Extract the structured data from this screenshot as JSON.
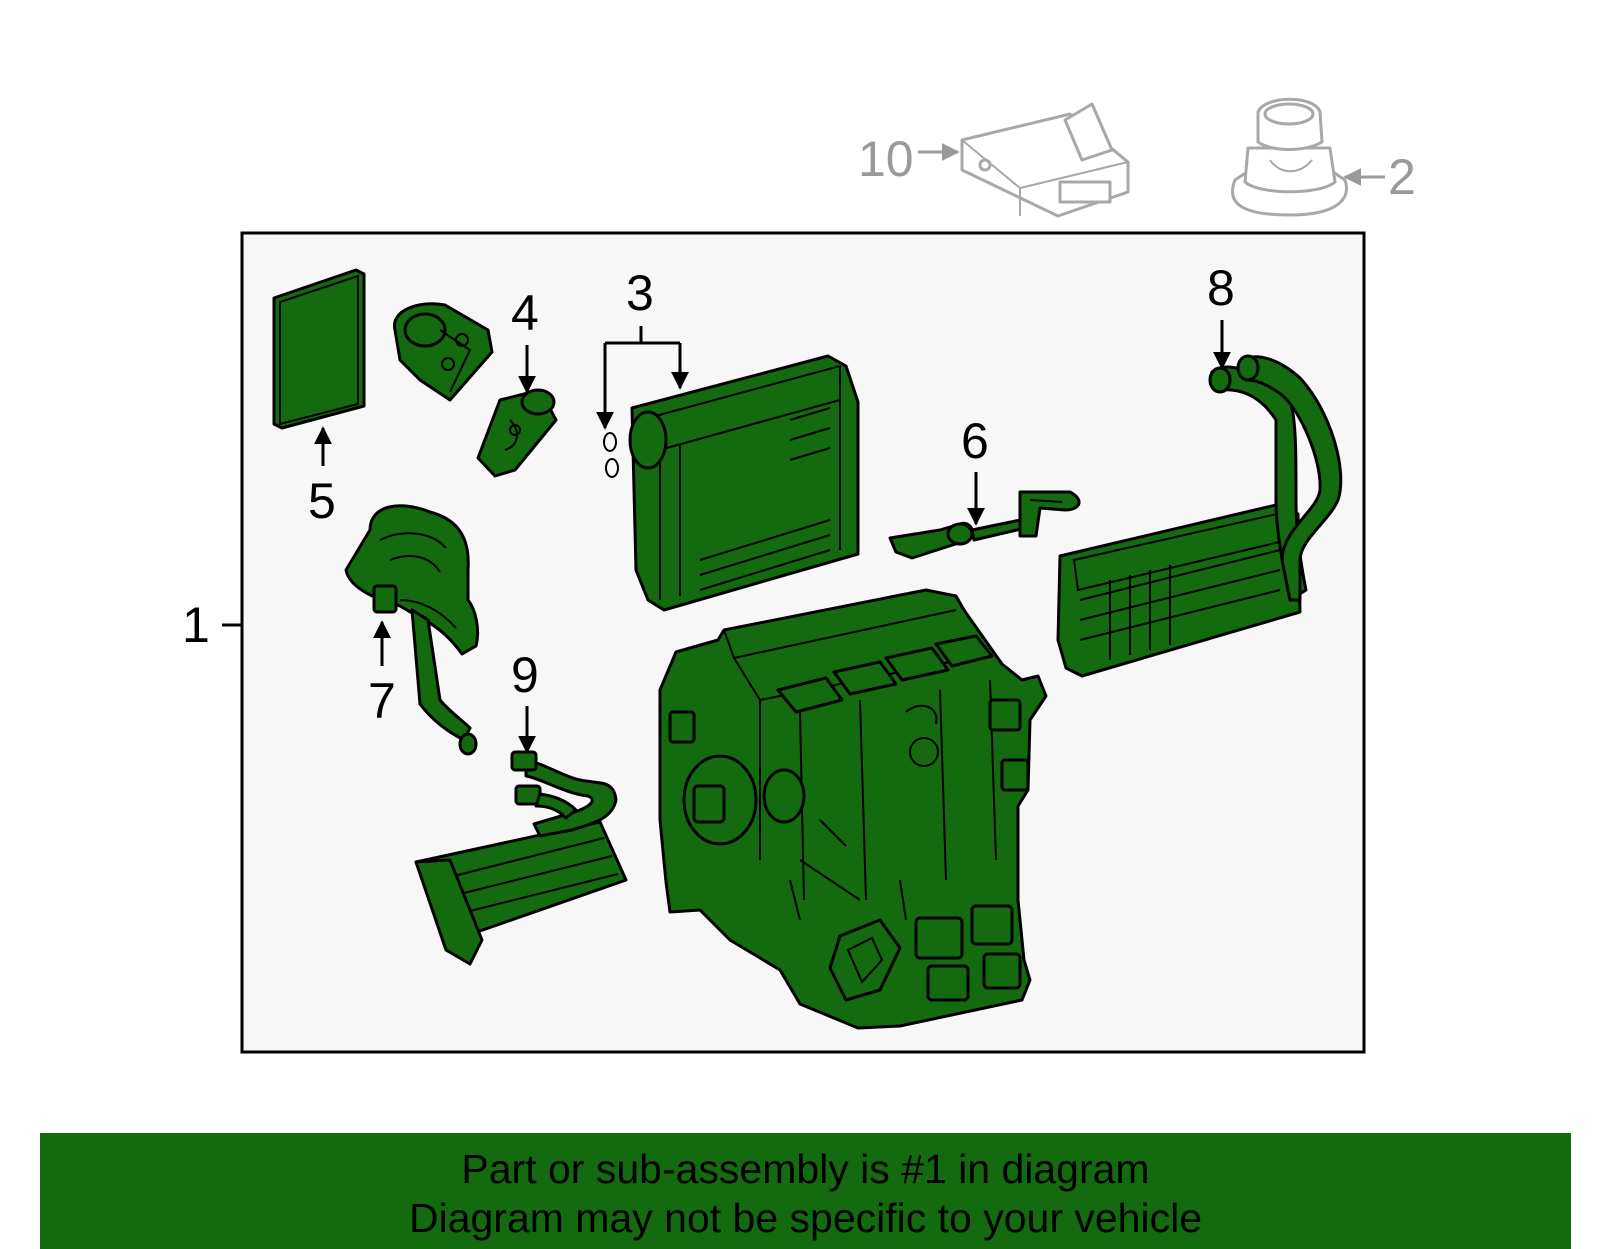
{
  "colors": {
    "part_fill": "#146b0f",
    "banner_fill": "#146b0f",
    "frame_fill": "#f7f7f7",
    "ghost_stroke": "#a8a8a8",
    "callout_grey": "#9a9a9a"
  },
  "callouts": {
    "c1": "1",
    "c2": "2",
    "c3": "3",
    "c4": "4",
    "c5": "5",
    "c6": "6",
    "c7": "7",
    "c8": "8",
    "c9": "9",
    "c10": "10"
  },
  "banner": {
    "line1": "Part or sub-assembly is #1 in diagram",
    "line2": "Diagram may not be specific to your vehicle"
  }
}
